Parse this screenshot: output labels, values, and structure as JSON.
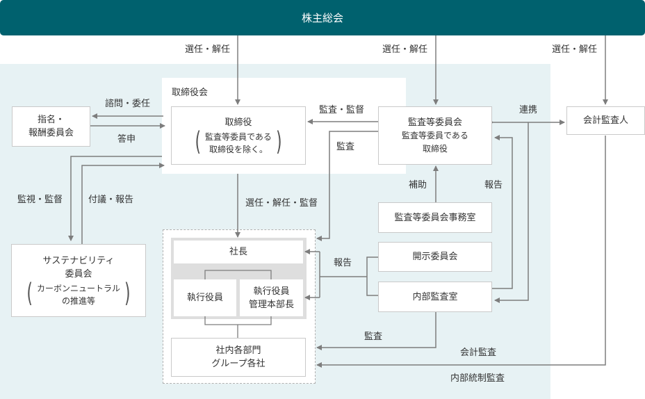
{
  "header": {
    "title": "株主総会"
  },
  "labels": {
    "elect_dismiss": "選任・解任",
    "board_group": "取締役会",
    "consult_delegate": "諮問・委任",
    "report_back": "答申",
    "audit_supervise": "監査・監督",
    "collaboration": "連携",
    "audit": "監査",
    "support": "補助",
    "report": "報告",
    "monitor_supervise": "監視・監督",
    "refer_report": "付議・報告",
    "elect_dismiss_supervise": "選任・解任・監督",
    "accounting_audit": "会計監査",
    "internal_control_audit": "内部統制監査"
  },
  "nodes": {
    "nomination_committee": {
      "line1": "指名・",
      "line2": "報酬委員会"
    },
    "directors": {
      "title": "取締役",
      "note_line1": "監査等委員である",
      "note_line2": "取締役を除く。"
    },
    "audit_committee": {
      "title": "監査等委員会",
      "line1": "監査等委員である",
      "line2": "取締役"
    },
    "accounting_auditor": {
      "title": "会計監査人"
    },
    "audit_committee_office": {
      "title": "監査等委員会事務室"
    },
    "disclosure_committee": {
      "title": "開示委員会"
    },
    "internal_audit_office": {
      "title": "内部監査室"
    },
    "sustainability_committee": {
      "line1": "サステナビリティ",
      "line2": "委員会",
      "note_line1": "カーボンニュートラル",
      "note_line2": "の推進等"
    },
    "president": {
      "title": "社長"
    },
    "executive_officers": {
      "title": "執行役員"
    },
    "exec_admin_head": {
      "line1": "執行役員",
      "line2": "管理本部長"
    },
    "departments": {
      "line1": "社内各部門",
      "line2": "グループ各社"
    }
  },
  "colors": {
    "header": "#00616e",
    "region": "#e7f2f4",
    "line": "#7d7d7d",
    "border": "#c9c9c9"
  }
}
